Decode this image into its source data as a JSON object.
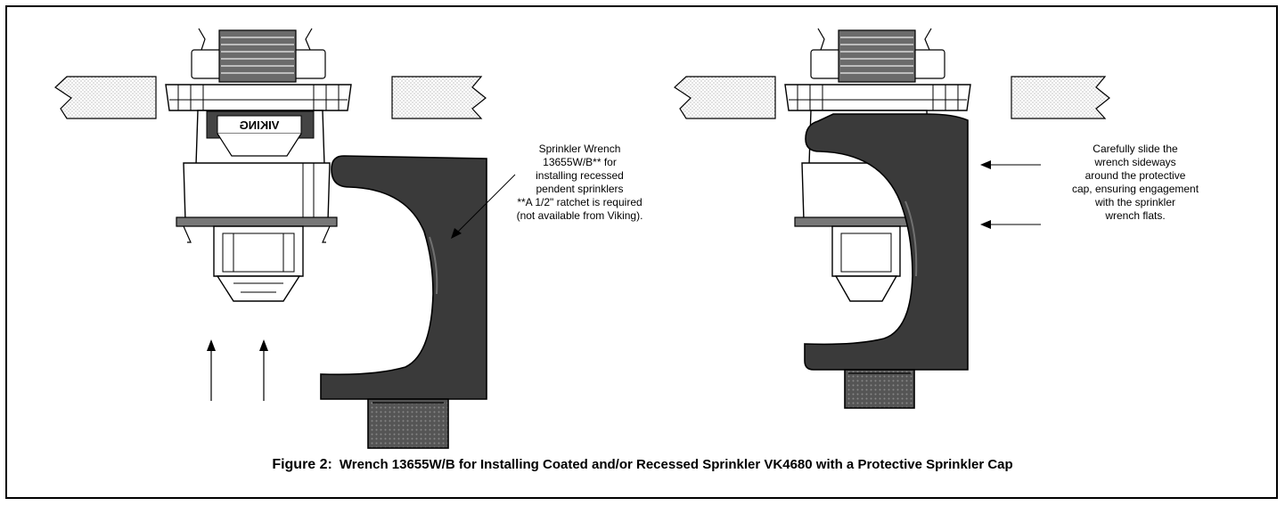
{
  "figure": {
    "number": "Figure 2:",
    "caption": "Wrench 13655W/B for Installing Coated and/or Recessed Sprinkler VK4680 with a Protective Sprinkler Cap"
  },
  "left_view": {
    "callout_lines": [
      "Sprinkler Wrench",
      "13655W/B** for",
      "installing recessed",
      "pendent sprinklers",
      "**A 1/2\" ratchet is required",
      "(not available from Viking)."
    ],
    "cap_label": "VIKING"
  },
  "right_view": {
    "callout_lines": [
      "Carefully slide the",
      "wrench sideways",
      "around the protective",
      "cap, ensuring engagement",
      "with the sprinkler",
      "wrench flats."
    ]
  },
  "colors": {
    "wrench": "#3a3a3a",
    "outline": "#000000",
    "ceiling_fill": "#e6e6e6"
  }
}
